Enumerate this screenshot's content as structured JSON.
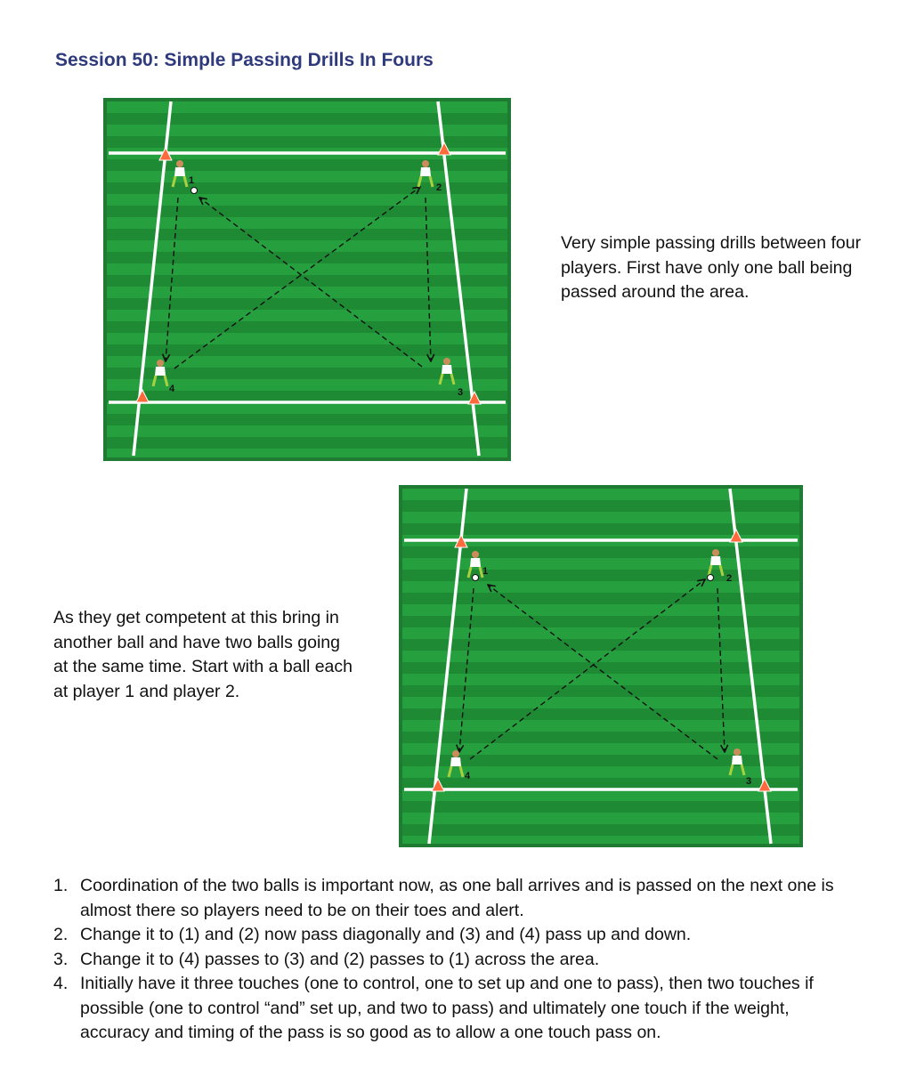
{
  "title": "Session 50: Simple Passing Drills In Fours",
  "colors": {
    "title": "#2e3a7c",
    "pitch_dark": "#1e8a34",
    "pitch_light": "#26a03e",
    "pitch_border": "#1f7a32",
    "line": "#ffffff",
    "cone": "#ff6a3c",
    "arrow": "#111111"
  },
  "diagram1": {
    "players": [
      {
        "label": "1"
      },
      {
        "label": "2"
      },
      {
        "label": "3"
      },
      {
        "label": "4"
      }
    ]
  },
  "diagram2": {
    "players": [
      {
        "label": "1"
      },
      {
        "label": "2"
      },
      {
        "label": "3"
      },
      {
        "label": "4"
      }
    ]
  },
  "paragraph1": "Very simple passing drills between four players. First have only one ball being passed around the area.",
  "paragraph2": "As they get competent at this bring in another ball and have two balls going at the same time. Start with a ball each at player 1 and player 2.",
  "steps": [
    {
      "num": "1.",
      "text": "Coordination of the two balls is important now, as one ball arrives and is passed on the next one is almost there so players need to be on their toes and alert."
    },
    {
      "num": "2.",
      "text": "Change it to (1) and (2) now pass diagonally and (3) and (4) pass up and down."
    },
    {
      "num": "3.",
      "text": "Change it to (4) passes to (3) and (2) passes to (1) across the area."
    },
    {
      "num": "4.",
      "text": "Initially have it three touches (one to control, one to set up and one to pass), then two touches if possible (one to control “and” set up, and two to pass) and ultimately one touch if the weight, accuracy and timing of the pass is so good as to allow a one touch pass on."
    }
  ]
}
